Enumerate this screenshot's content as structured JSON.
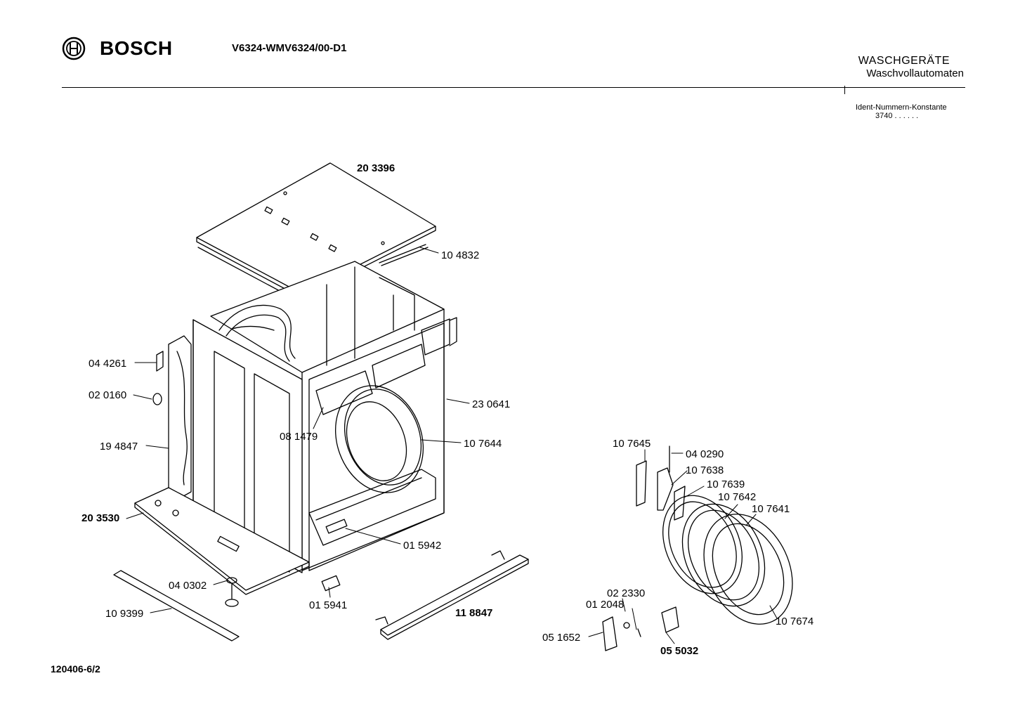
{
  "header": {
    "brand": "BOSCH",
    "model": "V6324-WMV6324/00-D1",
    "category": "WASCHGERÄTE",
    "subcategory": "Waschvollautomaten",
    "ident_label": "Ident-Nummern-Konstante",
    "ident_value": "3740  . .   . . . ."
  },
  "footer": {
    "doc_number": "120406-6/2"
  },
  "parts": {
    "p203396": "20 3396",
    "p104832": "10 4832",
    "p044261": "04 4261",
    "p020160": "02 0160",
    "p230641": "23 0641",
    "p081479": "08 1479",
    "p107644": "10 7644",
    "p194847": "19 4847",
    "p203530": "20 3530",
    "p015942": "01 5942",
    "p040302": "04 0302",
    "p015941": "01 5941",
    "p109399": "10 9399",
    "p118847": "11 8847",
    "p107645": "10 7645",
    "p040290": "04 0290",
    "p107638": "10 7638",
    "p107639": "10 7639",
    "p107642": "10 7642",
    "p107641": "10 7641",
    "p022330": "02 2330",
    "p012048": "01 2048",
    "p051652": "05 1652",
    "p055032": "05 5032",
    "p107674": "10 7674"
  }
}
